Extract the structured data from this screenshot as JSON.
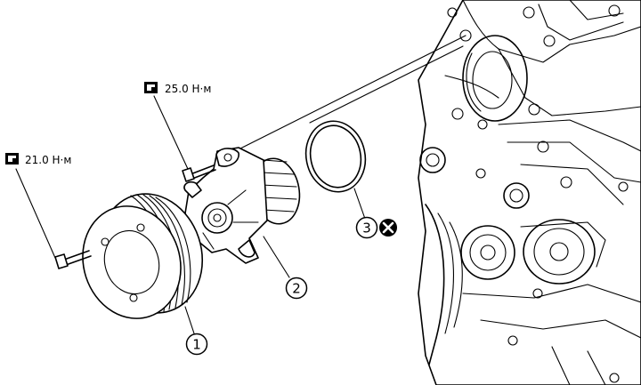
{
  "torque_labels": [
    {
      "value": "25.0 Н·м",
      "icon": "torque-wrench-icon"
    },
    {
      "value": "21.0 Н·м",
      "icon": "torque-wrench-icon"
    }
  ],
  "callouts": [
    {
      "number": "1"
    },
    {
      "number": "2"
    },
    {
      "number": "3",
      "badge": "do-not-reuse-icon"
    }
  ]
}
